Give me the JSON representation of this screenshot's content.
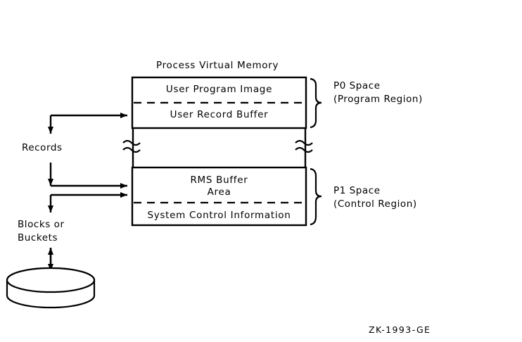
{
  "figure": {
    "title": "Process Virtual Memory",
    "identifier": "ZK-1993-GE",
    "stroke_color": "#000000",
    "background_color": "#ffffff"
  },
  "memory_map": {
    "p0_region": {
      "cells": [
        {
          "label": "User Program Image"
        },
        {
          "label": "User Record Buffer"
        }
      ],
      "brace_label_line1": "P0 Space",
      "brace_label_line2": "(Program Region)"
    },
    "p1_region": {
      "cells": [
        {
          "label_line1": "RMS Buffer",
          "label_line2": "Area"
        },
        {
          "label": "System Control Information"
        }
      ],
      "brace_label_line1": "P1 Space",
      "brace_label_line2": "(Control Region)"
    }
  },
  "flow": {
    "records_label": "Records",
    "storage_label_line1": "Blocks or",
    "storage_label_line2": "Buckets"
  },
  "icons": {
    "disk": "disk-platter-icon",
    "break_top": "break-squiggle-icon",
    "break_bottom": "break-squiggle-icon"
  }
}
